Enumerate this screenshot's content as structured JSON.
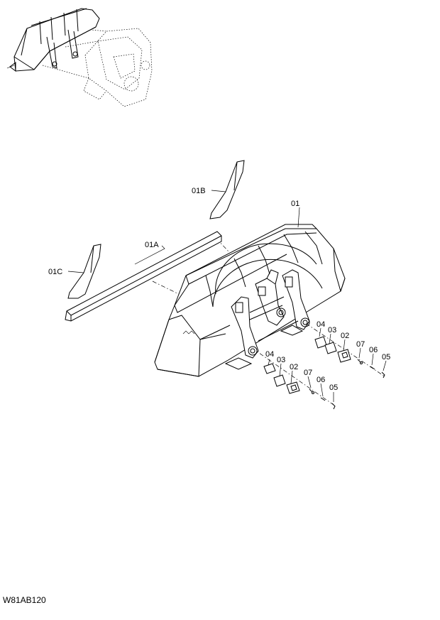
{
  "drawing_code": "W81AB120",
  "parts": {
    "p01": "01",
    "p01A": "01A",
    "p01B": "01B",
    "p01C": "01C",
    "p02": "02",
    "p03": "03",
    "p04": "04",
    "p05": "05",
    "p06": "06",
    "p07": "07"
  }
}
